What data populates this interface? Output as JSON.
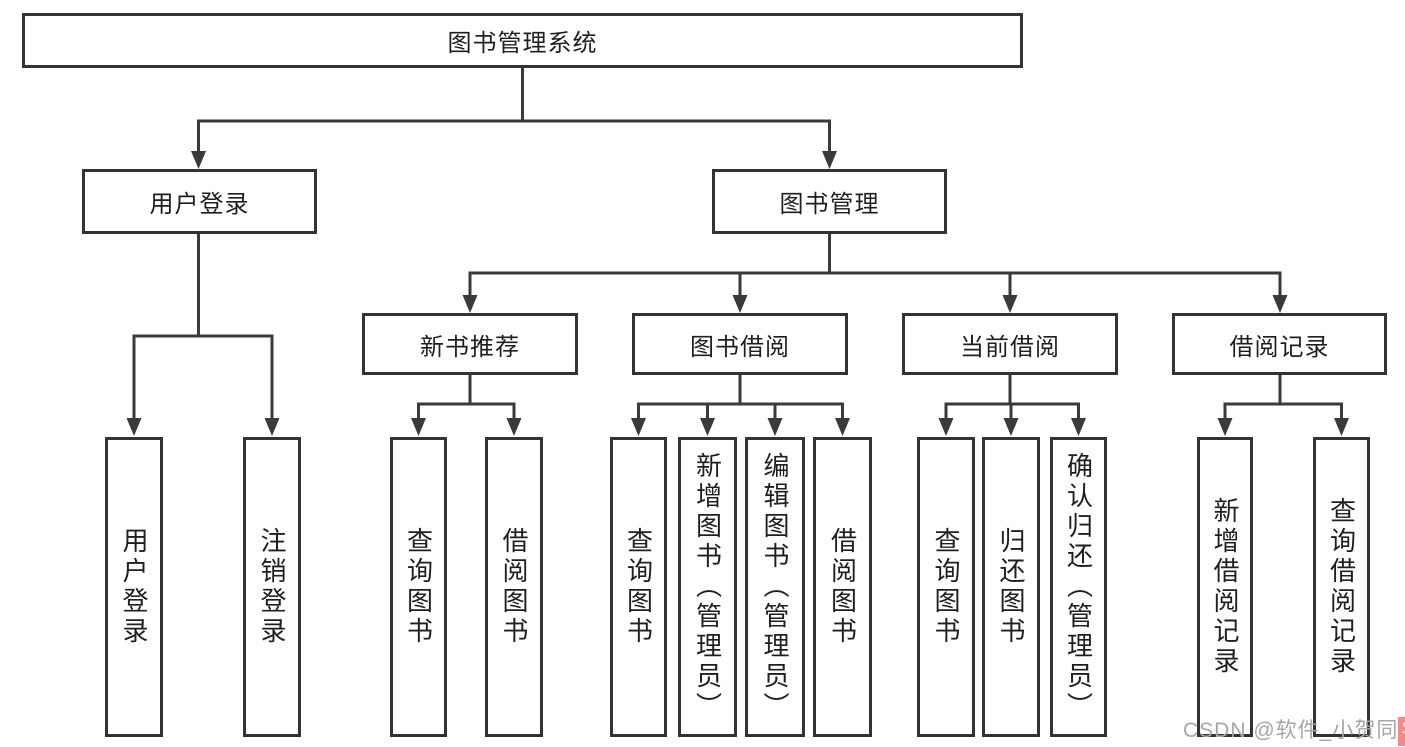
{
  "diagram": {
    "root": "图书管理系统",
    "branches": [
      {
        "label": "用户登录",
        "children": [
          {
            "label": "用户登录"
          },
          {
            "label": "注销登录"
          }
        ]
      },
      {
        "label": "图书管理",
        "children": [
          {
            "label": "新书推荐",
            "children": [
              {
                "label": "查询图书"
              },
              {
                "label": "借阅图书"
              }
            ]
          },
          {
            "label": "图书借阅",
            "children": [
              {
                "label": "查询图书"
              },
              {
                "label": "新增图书（管理员）"
              },
              {
                "label": "编辑图书（管理员）"
              },
              {
                "label": "借阅图书"
              }
            ]
          },
          {
            "label": "当前借阅",
            "children": [
              {
                "label": "查询图书"
              },
              {
                "label": "归还图书"
              },
              {
                "label": "确认归还（管理员）"
              }
            ]
          },
          {
            "label": "借阅记录",
            "children": [
              {
                "label": "新增借阅记录"
              },
              {
                "label": "查询借阅记录"
              }
            ]
          }
        ]
      }
    ],
    "colors": {
      "line": "#3a3a3a",
      "border": "#333333",
      "text": "#1f1f1f",
      "watermark": "#a6a6a6",
      "watermark_highlight": "#ef8c88"
    }
  },
  "watermark": {
    "prefix": "CSDN @软件_小贺同",
    "suffix": "学"
  }
}
